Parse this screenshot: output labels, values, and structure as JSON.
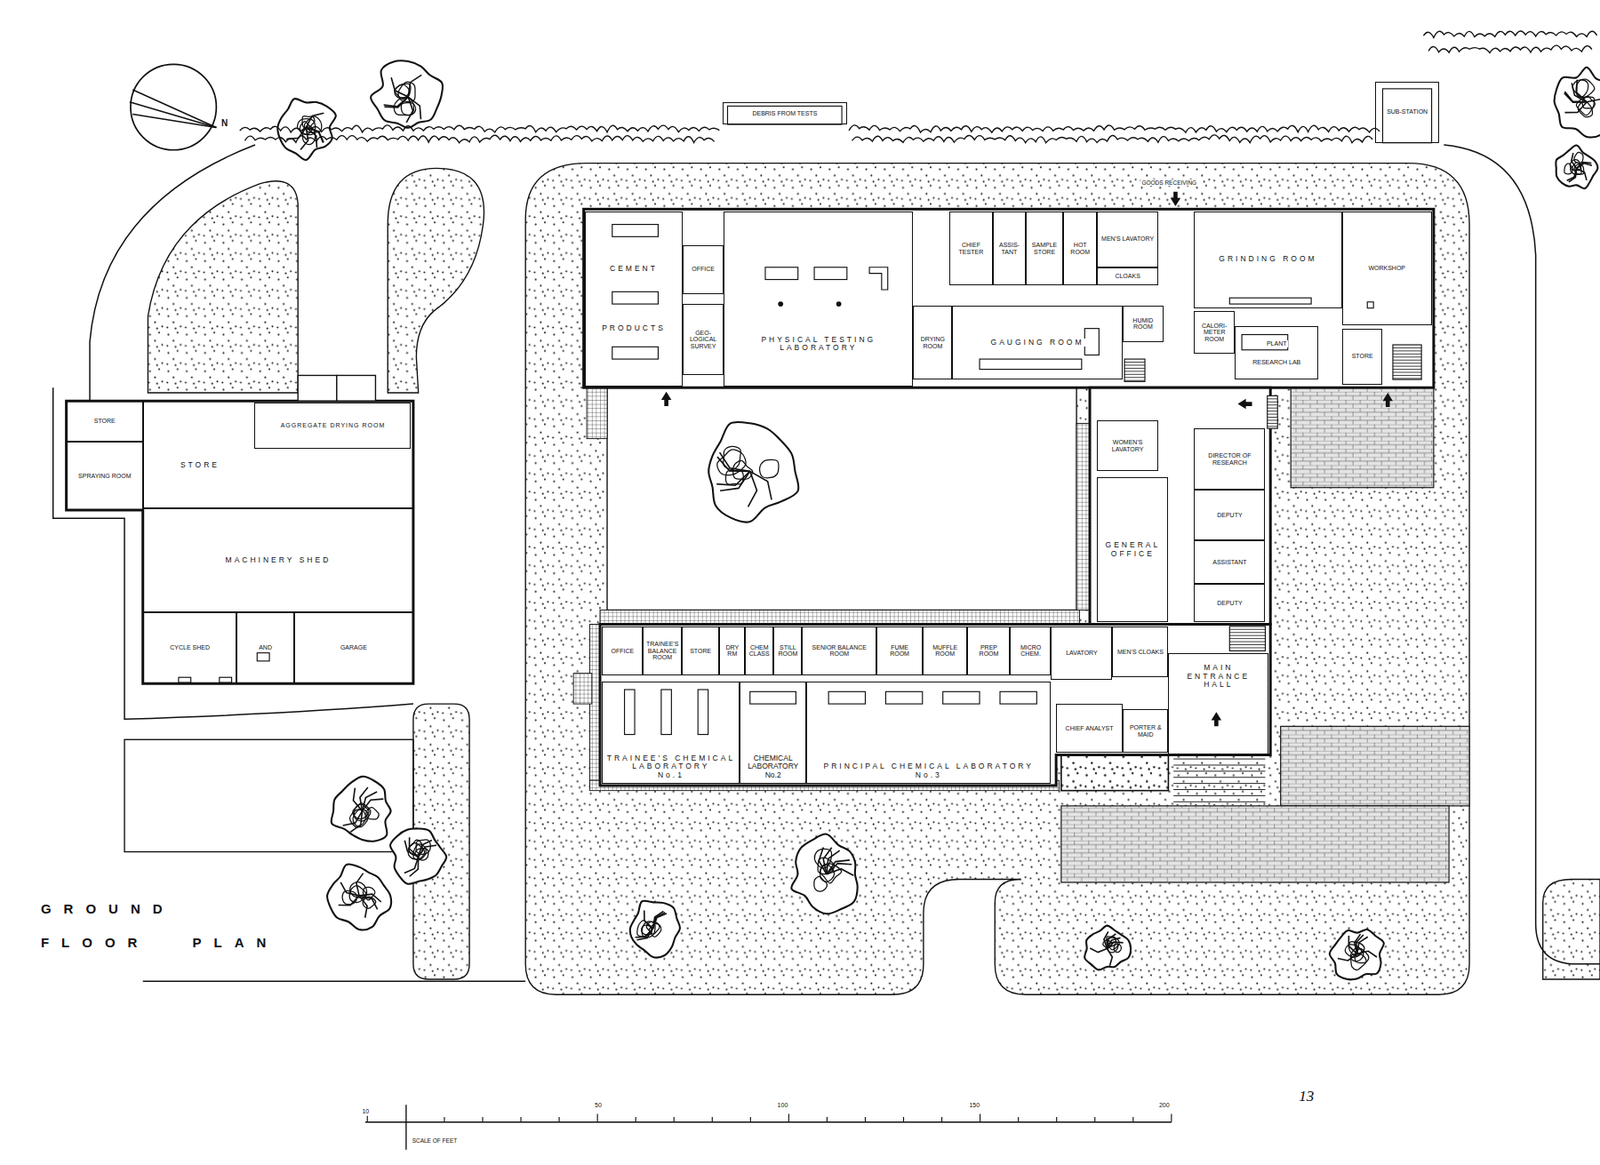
{
  "diagram": {
    "title": "GROUND FLOOR PLAN",
    "nodes": [
      {
        "text": [
          "DEBRIS FROM TESTS"
        ]
      },
      {
        "text": [
          "SUB-STATION"
        ]
      },
      {
        "text": [
          "CEMENT",
          "PRODUCTS"
        ]
      },
      {
        "text": [
          "OFFICE"
        ]
      },
      {
        "text": [
          "PHYSICAL TESTING LABORATORY"
        ]
      },
      {
        "text": [
          "CHIEF TESTER"
        ]
      },
      {
        "text": [
          "ASSIS-TANT"
        ]
      },
      {
        "text": [
          "SAMPLE STORE"
        ]
      },
      {
        "text": [
          "HOT ROOM"
        ]
      },
      {
        "text": [
          "MEN'S LAVATORY"
        ]
      },
      {
        "text": [
          "CLOAKS"
        ]
      },
      {
        "text": [
          "GRINDING ROOM"
        ]
      },
      {
        "text": [
          "WORKSHOP"
        ]
      },
      {
        "text": [
          "GEO-LOGICAL SURVEY"
        ]
      },
      {
        "text": [
          "DRYING ROOM"
        ]
      },
      {
        "text": [
          "GAUGING ROOM"
        ]
      },
      {
        "text": [
          "HUMID ROOM"
        ]
      },
      {
        "text": [
          "CALORI-METER ROOM"
        ]
      },
      {
        "text": [
          "PLANT",
          "RESEARCH LAB"
        ]
      },
      {
        "text": [
          "STORE"
        ]
      },
      {
        "text": [
          "STORE"
        ]
      },
      {
        "text": [
          "SPRAYING ROOM"
        ]
      },
      {
        "text": [
          "STORE"
        ]
      },
      {
        "text": [
          "AGGREGATE DRYING ROOM"
        ],
        "in": 22
      },
      {
        "text": [
          "MACHINERY SHED"
        ]
      },
      {
        "text": [
          "CYCLE SHED"
        ]
      },
      {
        "text": [
          "AND"
        ]
      },
      {
        "text": [
          "GARAGE"
        ]
      },
      {
        "text": [
          "WOMEN'S LAVATORY"
        ]
      },
      {
        "text": [
          "DIRECTOR OF RESEARCH"
        ]
      },
      {
        "text": [
          "GENERAL OFFICE"
        ]
      },
      {
        "text": [
          "DEPUTY"
        ]
      },
      {
        "text": [
          "ASSISTANT"
        ]
      },
      {
        "text": [
          "DEPUTY"
        ]
      },
      {
        "text": [
          "OFFICE"
        ]
      },
      {
        "text": [
          "TRAINEE'S BALANCE ROOM"
        ]
      },
      {
        "text": [
          "STORE"
        ]
      },
      {
        "text": [
          "DRY RM"
        ]
      },
      {
        "text": [
          "CHEM CLASS"
        ]
      },
      {
        "text": [
          "STILL ROOM"
        ]
      },
      {
        "text": [
          "SENIOR BALANCE ROOM"
        ]
      },
      {
        "text": [
          "FUME ROOM"
        ]
      },
      {
        "text": [
          "MUFFLE ROOM"
        ]
      },
      {
        "text": [
          "PREP ROOM"
        ]
      },
      {
        "text": [
          "MICRO CHEM."
        ]
      },
      {
        "text": [
          "LAVATORY"
        ]
      },
      {
        "text": [
          "MEN'S CLOAKS"
        ]
      },
      {
        "text": [
          "TRAINEE'S CHEMICAL LABORATORY",
          "No.1"
        ]
      },
      {
        "text": [
          "CHEMICAL LABORATORY",
          "No.2"
        ]
      },
      {
        "text": [
          "PRINCIPAL CHEMICAL LABORATORY",
          "No.3"
        ]
      },
      {
        "text": [
          "MAIN ENTRANCE HALL"
        ]
      },
      {
        "text": [
          "CHIEF ANALYST"
        ]
      },
      {
        "text": [
          "PORTER & MAID"
        ]
      }
    ],
    "labels": [
      "GOODS RECEIVING",
      "N",
      "10",
      "50",
      "100",
      "150",
      "200",
      "SCALE OF FEET",
      "13"
    ]
  }
}
